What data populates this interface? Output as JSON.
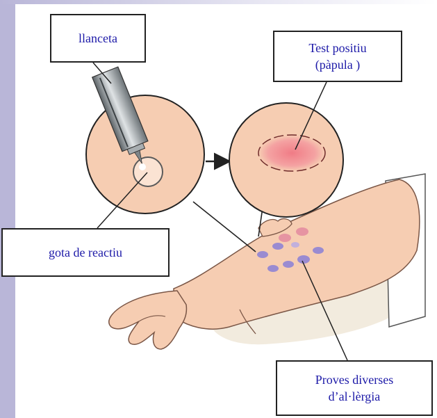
{
  "labels": {
    "lancet": "llanceta",
    "positive_test_line1": "Test positiu",
    "positive_test_line2": "(pàpula )",
    "reagent_drop": "gota de reactiu",
    "tests_line1": "Proves diverses",
    "tests_line2": "d’al·lèrgia"
  },
  "colors": {
    "label_text": "#1d1aa8",
    "skin": "#f6cdb2",
    "wheal": "#e8707a",
    "allergen_dot": "#8a7fd6",
    "frame_band": "#b9b6d8"
  }
}
